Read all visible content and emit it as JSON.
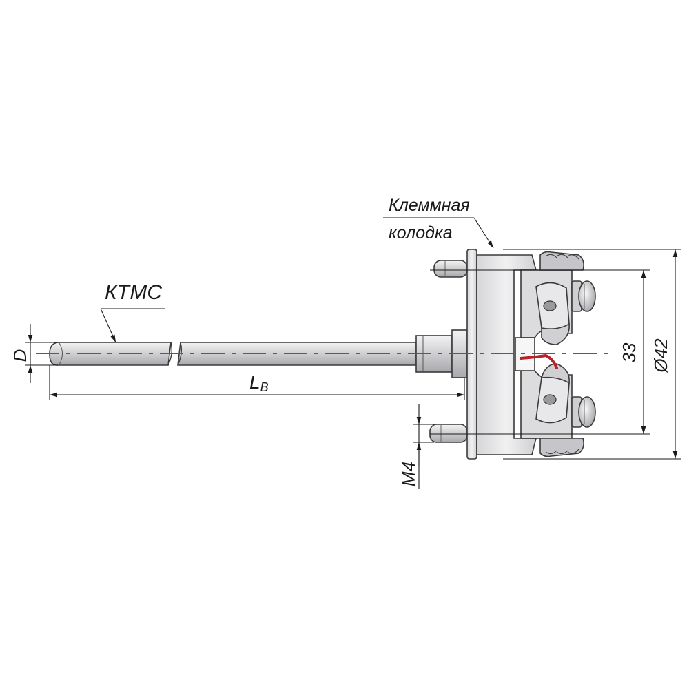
{
  "labels": {
    "sheath": "КТМС",
    "terminal_line1": "Клеммная",
    "terminal_line2": "колодка"
  },
  "dimensions": {
    "diameter_d": "D",
    "length_main": "L",
    "length_sub": "B",
    "screw": "M4",
    "pin_spacing": "33",
    "outer_diameter": "Ø42"
  },
  "colors": {
    "axis_line": "#e0202a",
    "body_fill": "#e4e4e6",
    "body_stroke": "#3a3a3a",
    "wire": "#b8202a"
  }
}
